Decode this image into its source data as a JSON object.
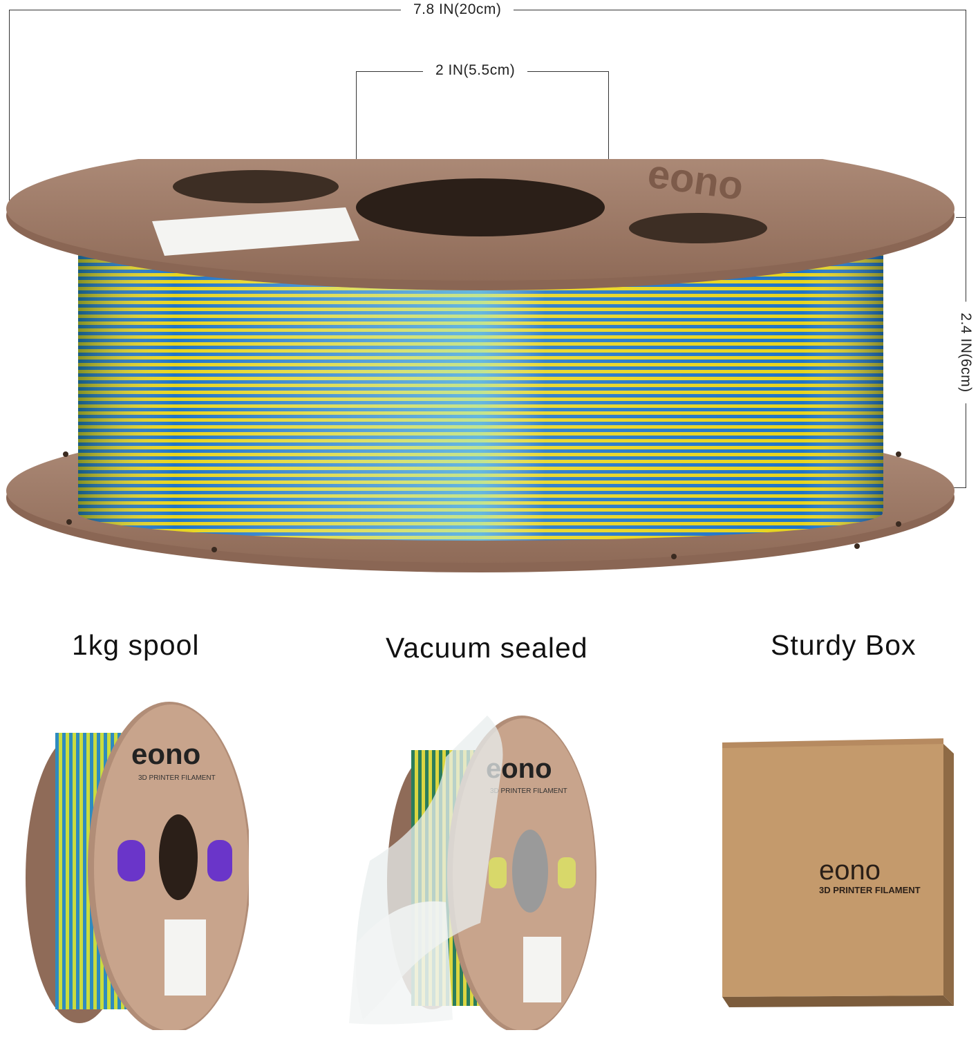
{
  "dimensions": {
    "width_label": "7.8 IN(20cm)",
    "hub_label": "2 IN(5.5cm)",
    "height_label": "2.4 IN(6cm)"
  },
  "captions": {
    "spool": "1kg spool",
    "vacuum": "Vacuum sealed",
    "box": "Sturdy Box"
  },
  "brand": {
    "logo": "eono",
    "tagline": "3D PRINTER FILAMENT"
  },
  "colors": {
    "cardboard": "#a07b68",
    "blue": "#1f74c8",
    "yellow": "#e8d51e",
    "box_kraft": "#c49a6c"
  }
}
